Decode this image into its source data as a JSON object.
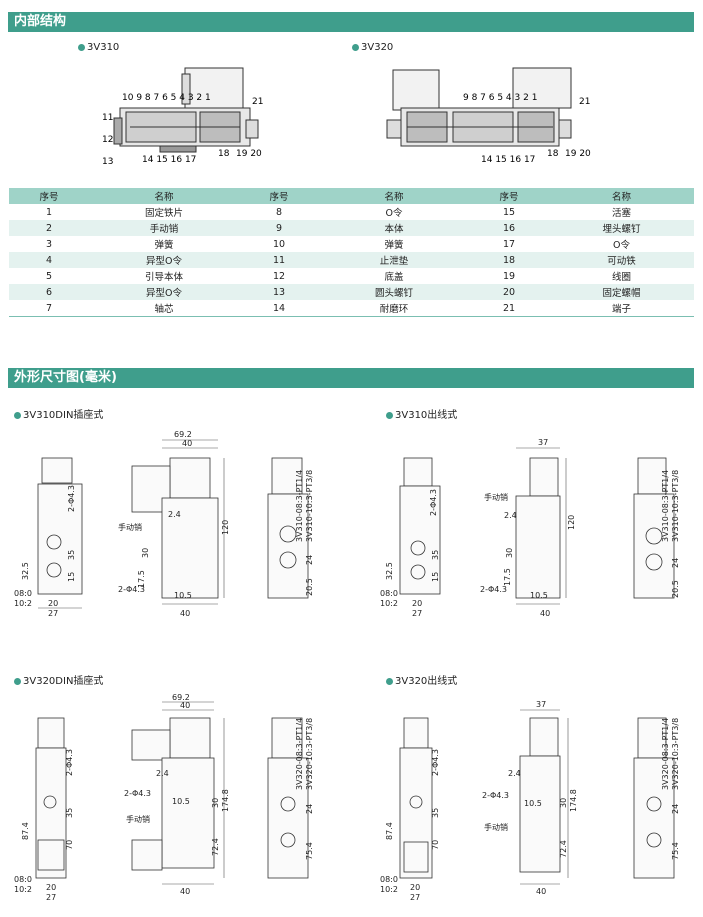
{
  "section_internal": "内部结构",
  "model_a": "3V310",
  "model_b": "3V320",
  "callouts_a_top": "10 9 8 7 6 5 4 3 2 1",
  "callouts_a_left1": "11",
  "callouts_a_left2": "12",
  "callouts_a_left3": "13",
  "callouts_a_bottom": "14  15 16 17",
  "callouts_a_b2": "18",
  "callouts_a_b3": "19  20",
  "callouts_a_r": "21",
  "callouts_b_top": "9   8 7 6  5 4 3 2 1",
  "callouts_b_bottom": "14 15 16 17",
  "callouts_b_b2": "18",
  "callouts_b_b3": "19  20",
  "callouts_b_r": "21",
  "table": {
    "headers": [
      "序号",
      "名称",
      "序号",
      "名称",
      "序号",
      "名称"
    ],
    "rows": [
      [
        "1",
        "固定铁片",
        "8",
        "O令",
        "15",
        "活塞"
      ],
      [
        "2",
        "手动销",
        "9",
        "本体",
        "16",
        "埋头螺钉"
      ],
      [
        "3",
        "弹簧",
        "10",
        "弹簧",
        "17",
        "O令"
      ],
      [
        "4",
        "异型O令",
        "11",
        "止泄垫",
        "18",
        "可动铁"
      ],
      [
        "5",
        "引导本体",
        "12",
        "底盖",
        "19",
        "线圈"
      ],
      [
        "6",
        "异型O令",
        "13",
        "圆头螺钉",
        "20",
        "固定螺帽"
      ],
      [
        "7",
        "轴芯",
        "14",
        "耐磨环",
        "21",
        "端子"
      ]
    ]
  },
  "section_dims": "外形尺寸图(毫米)",
  "d1_title": "3V310DIN插座式",
  "d2_title": "3V310出线式",
  "d3_title": "3V320DIN插座式",
  "d4_title": "3V320出线式",
  "dims": {
    "d69": "69.2",
    "d40": "40",
    "d37": "37",
    "d120": "120",
    "d30": "30",
    "d174": "174.8",
    "d35": "35",
    "d325": "32.5",
    "d15": "15",
    "d20": "20",
    "d27": "27",
    "d24": "24",
    "d205": "20.5",
    "d105": "10.5",
    "d175": "17.5",
    "d24b": "2.4",
    "d874": "87.4",
    "d70": "70",
    "d724": "72.4",
    "d754": "75.4",
    "h43": "2-Φ4.3",
    "port": "08:0",
    "port2": "10:2",
    "manual": "手动销",
    "pt310a": "3V310-08:3-PT1/4",
    "pt310b": "3V310-10:3-PT3/8",
    "pt320a": "3V320-08:3-PT1/4",
    "pt320b": "3V320-10:3-PT3/8"
  }
}
